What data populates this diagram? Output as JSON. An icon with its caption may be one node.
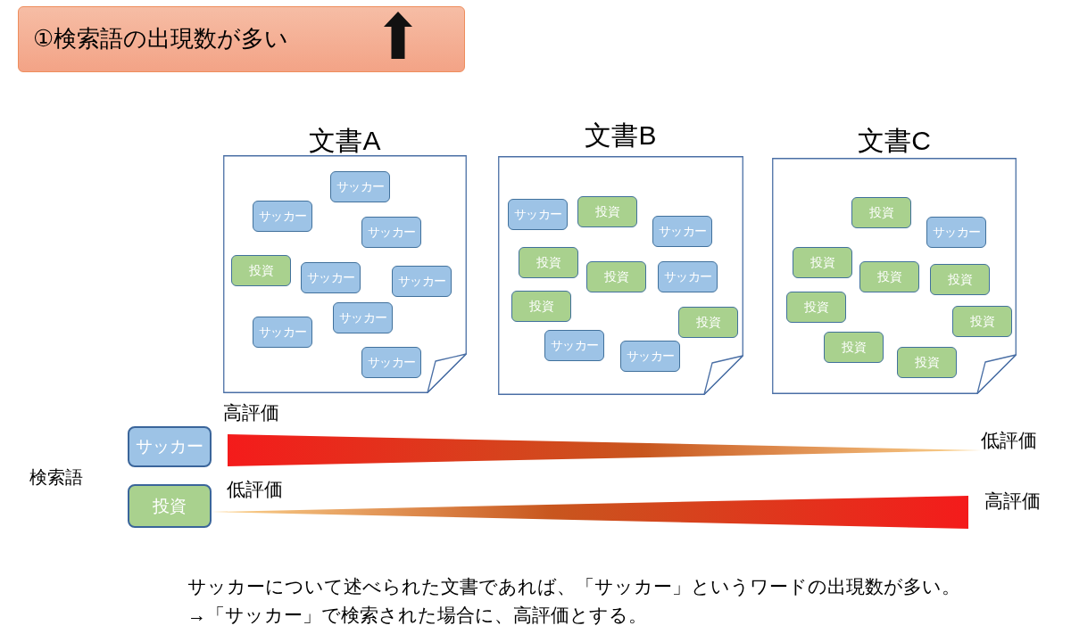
{
  "diagram": {
    "nodes": [
      {
        "text": [
          "①検索語の出現数が多い"
        ]
      },
      {
        "text": [
          "文書A"
        ]
      },
      {
        "text": [
          "サッカー"
        ],
        "in": 1
      },
      {
        "text": [
          "サッカー"
        ],
        "in": 1
      },
      {
        "text": [
          "サッカー"
        ],
        "in": 1
      },
      {
        "text": [
          "投資"
        ],
        "in": 1
      },
      {
        "text": [
          "サッカー"
        ],
        "in": 1
      },
      {
        "text": [
          "サッカー"
        ],
        "in": 1
      },
      {
        "text": [
          "サッカー"
        ],
        "in": 1
      },
      {
        "text": [
          "サッカー"
        ],
        "in": 1
      },
      {
        "text": [
          "サッカー"
        ],
        "in": 1
      },
      {
        "text": [
          "文書B"
        ]
      },
      {
        "text": [
          "サッカー"
        ],
        "in": 11
      },
      {
        "text": [
          "投資"
        ],
        "in": 11
      },
      {
        "text": [
          "サッカー"
        ],
        "in": 11
      },
      {
        "text": [
          "投資"
        ],
        "in": 11
      },
      {
        "text": [
          "投資"
        ],
        "in": 11
      },
      {
        "text": [
          "サッカー"
        ],
        "in": 11
      },
      {
        "text": [
          "投資"
        ],
        "in": 11
      },
      {
        "text": [
          "投資"
        ],
        "in": 11
      },
      {
        "text": [
          "サッカー"
        ],
        "in": 11
      },
      {
        "text": [
          "サッカー"
        ],
        "in": 11
      },
      {
        "text": [
          "文書C"
        ]
      },
      {
        "text": [
          "投資"
        ],
        "in": 22
      },
      {
        "text": [
          "サッカー"
        ],
        "in": 22
      },
      {
        "text": [
          "投資"
        ],
        "in": 22
      },
      {
        "text": [
          "投資"
        ],
        "in": 22
      },
      {
        "text": [
          "投資"
        ],
        "in": 22
      },
      {
        "text": [
          "投資"
        ],
        "in": 22
      },
      {
        "text": [
          "投資"
        ],
        "in": 22
      },
      {
        "text": [
          "投資"
        ],
        "in": 22
      },
      {
        "text": [
          "投資"
        ],
        "in": 22
      },
      {
        "text": [
          "サッカー"
        ]
      },
      {
        "text": [],
        "shape": "triangle"
      },
      {
        "text": [
          "投資"
        ]
      },
      {
        "text": [],
        "shape": "triangle"
      }
    ],
    "labels": [
      "高評価",
      "低評価",
      "検索語",
      "低評価",
      "高評価",
      "サッカーについて述べられた文書であれば、「サッカー」というワードの出現数が多い。",
      "→「サッカー」で検索された場合に、高評価とする。"
    ]
  }
}
